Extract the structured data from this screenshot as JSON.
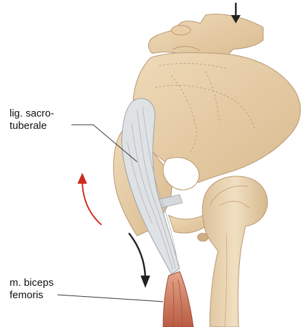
{
  "labels": {
    "ligament": {
      "line1": "lig. sacro-",
      "line2": "tuberale"
    },
    "muscle": {
      "line1": "m. biceps",
      "line2": "femoris"
    }
  },
  "colors": {
    "background": "#ffffff",
    "bone": "#e8cfaa",
    "bone_shadow": "#cfae84",
    "ligament": "#d7dadd",
    "muscle": "#c9755a",
    "leader_line": "#333333",
    "arrow_black": "#222222",
    "arrow_red": "#cc2a1c"
  },
  "icons": {
    "top_arrow": "arrow-down-icon",
    "left_upper_arrow": "curved-arrow-up-icon",
    "left_lower_arrow": "curved-arrow-down-icon"
  }
}
